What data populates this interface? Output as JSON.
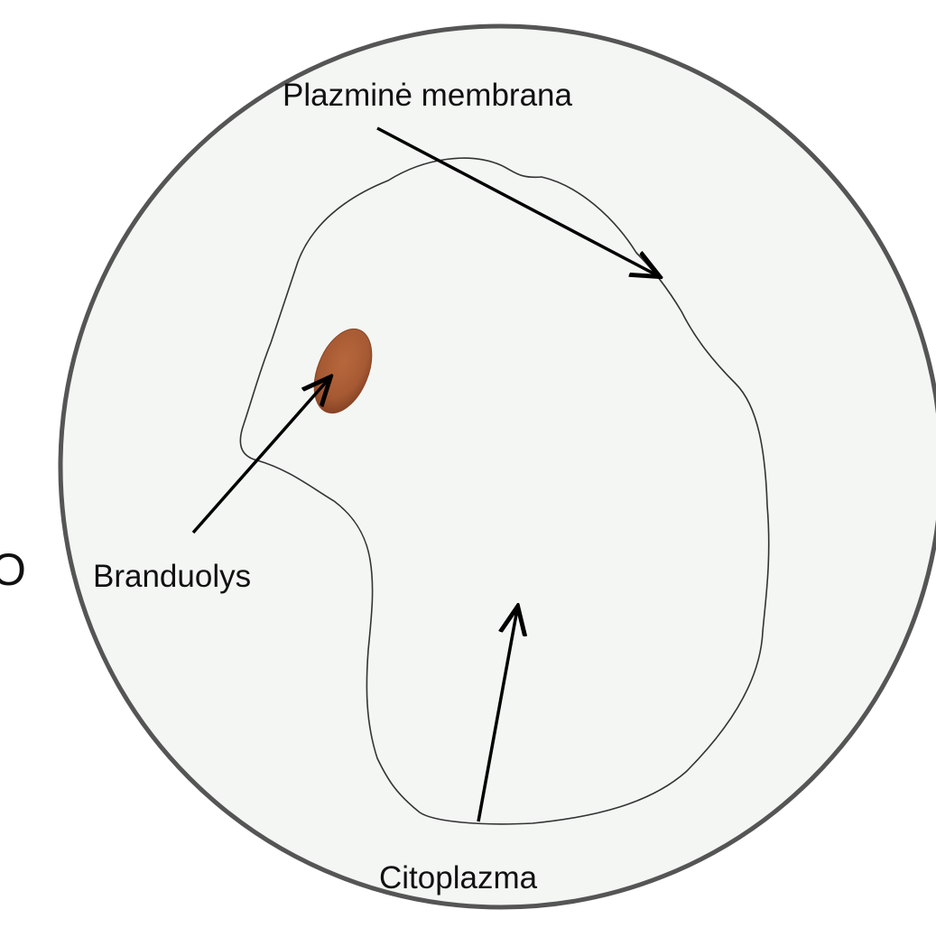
{
  "diagram": {
    "labels": {
      "membrane": "Plazminė membrana",
      "nucleus": "Branduolys",
      "cytoplasm": "Citoplazma",
      "edge_fragment": "O"
    },
    "colors": {
      "field_background": "#f3f6f3",
      "field_border": "#555555",
      "cell_outline": "#333333",
      "nucleus_fill": "#a65a33",
      "arrow": "#000000",
      "text": "#111111"
    }
  }
}
